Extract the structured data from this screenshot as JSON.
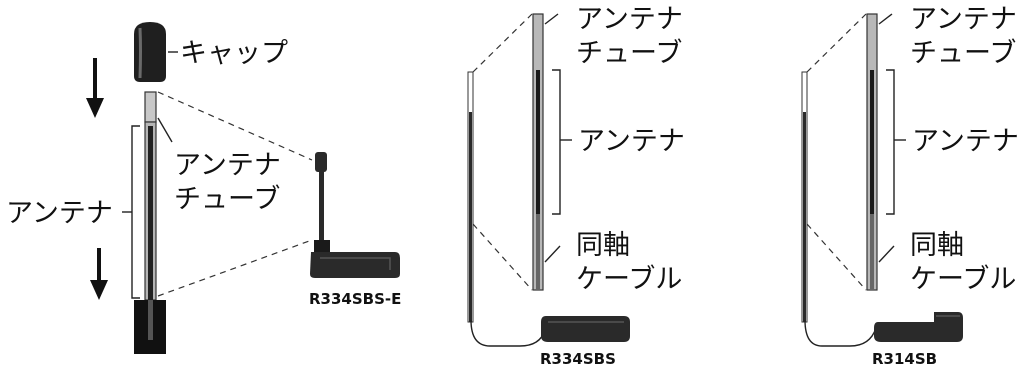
{
  "labels": {
    "cap": "キャップ",
    "antenna": "アンテナ",
    "antenna_tube_line1": "アンテナ",
    "antenna_tube_line2": "チューブ",
    "coax_line1": "同軸",
    "coax_line2": "ケーブル"
  },
  "models": {
    "left": "R334SBS-E",
    "middle": "R334SBS",
    "right": "R314SB"
  },
  "colors": {
    "ink": "#111111",
    "tube_gray": "#b5b5b5",
    "device_dark": "#2a2a2a",
    "antenna_dark": "#3a3a3a"
  }
}
